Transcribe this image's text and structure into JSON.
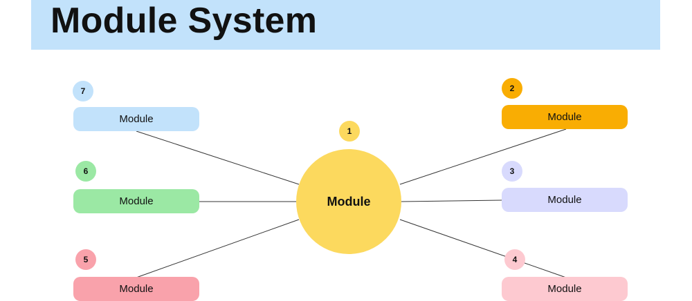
{
  "header": {
    "title": "Module System",
    "color": "#c2e2fb"
  },
  "center": {
    "number": "1",
    "label": "Module",
    "color": "#fcd95e"
  },
  "modules": [
    {
      "number": "2",
      "label": "Module",
      "color": "#f9ad03"
    },
    {
      "number": "3",
      "label": "Module",
      "color": "#d8dafd"
    },
    {
      "number": "4",
      "label": "Module",
      "color": "#fdc9d0"
    },
    {
      "number": "5",
      "label": "Module",
      "color": "#f9a2ab"
    },
    {
      "number": "6",
      "label": "Module",
      "color": "#9be8a4"
    },
    {
      "number": "7",
      "label": "Module",
      "color": "#c2e2fb"
    }
  ]
}
